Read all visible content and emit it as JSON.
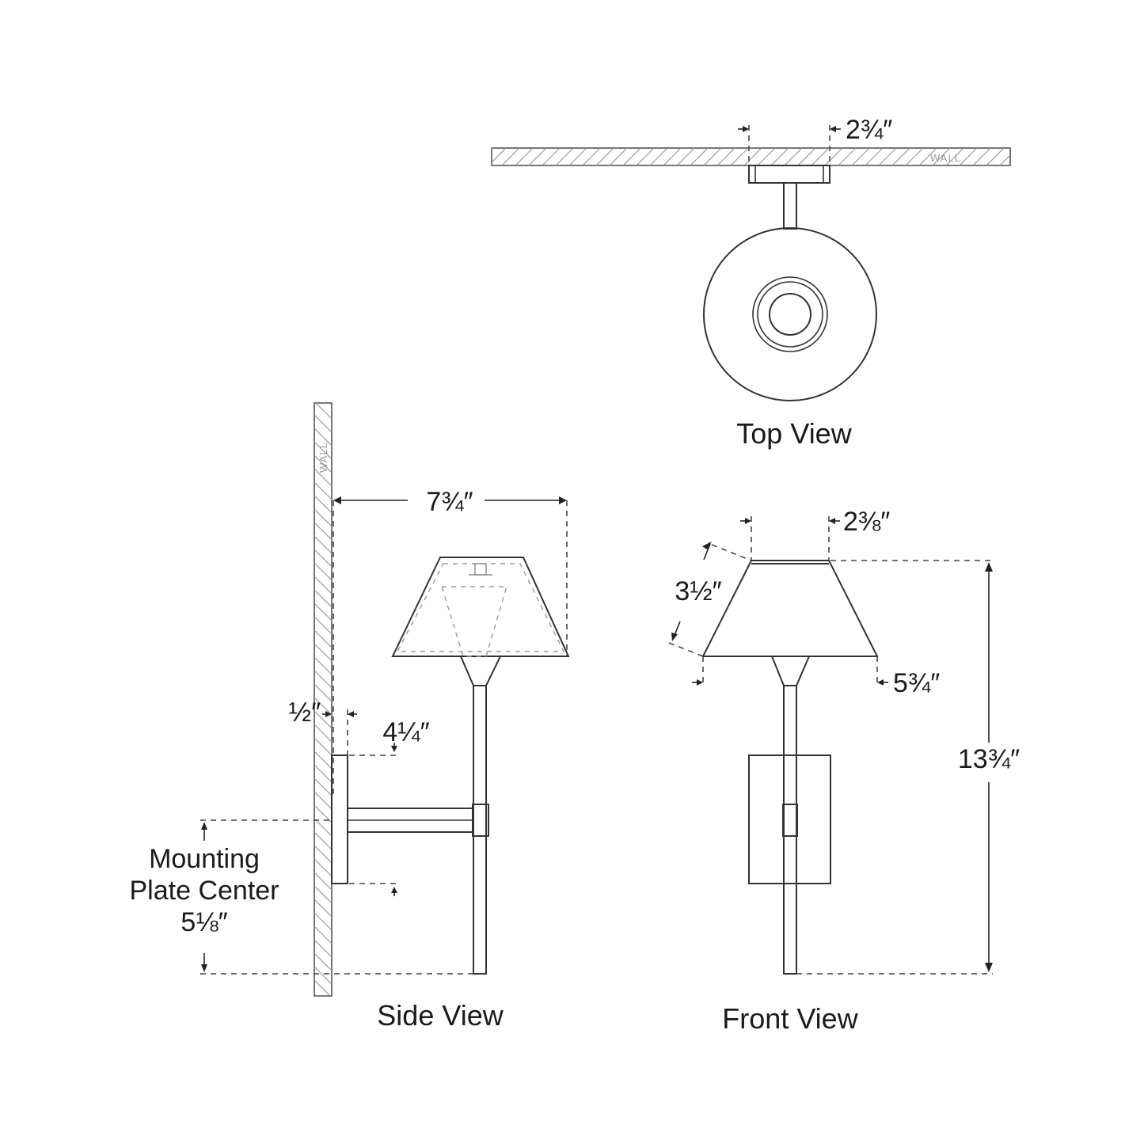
{
  "wall_label": "WALL",
  "views": {
    "top": "Top View",
    "side": "Side View",
    "front": "Front View"
  },
  "dimensions": {
    "top_mount_width": "2¾″",
    "side_projection": "7¾″",
    "side_plate_depth": "½″",
    "side_plate_height": "4¼″",
    "mounting_line1": "Mounting",
    "mounting_line2": "Plate Center",
    "mounting_value": "5⅛″",
    "front_shade_top": "2⅜″",
    "front_shade_height": "3½″",
    "front_shade_bottom": "5¾″",
    "front_overall_height": "13¾″"
  }
}
